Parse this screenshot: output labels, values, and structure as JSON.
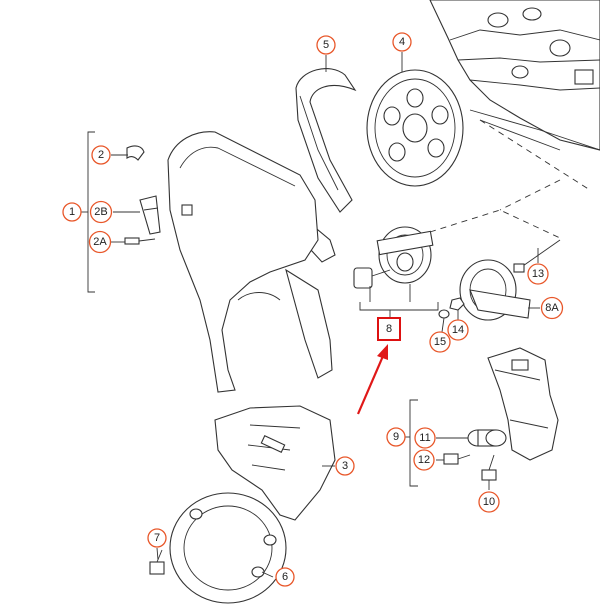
{
  "colors": {
    "label_ring": "#e8572a",
    "highlight": "#d11",
    "arrow": "#e01818",
    "line": "#333333"
  },
  "callouts": [
    {
      "id": "c1",
      "text": "1"
    },
    {
      "id": "c2",
      "text": "2"
    },
    {
      "id": "c2A",
      "text": "2A"
    },
    {
      "id": "c2B",
      "text": "2B"
    },
    {
      "id": "c3",
      "text": "3"
    },
    {
      "id": "c4",
      "text": "4"
    },
    {
      "id": "c5",
      "text": "5"
    },
    {
      "id": "c6",
      "text": "6"
    },
    {
      "id": "c7",
      "text": "7"
    },
    {
      "id": "c8",
      "text": "8"
    },
    {
      "id": "c8A",
      "text": "8A"
    },
    {
      "id": "c9",
      "text": "9"
    },
    {
      "id": "c10",
      "text": "10"
    },
    {
      "id": "c11",
      "text": "11"
    },
    {
      "id": "c12",
      "text": "12"
    },
    {
      "id": "c13",
      "text": "13"
    },
    {
      "id": "c14",
      "text": "14"
    },
    {
      "id": "c15",
      "text": "15"
    }
  ]
}
